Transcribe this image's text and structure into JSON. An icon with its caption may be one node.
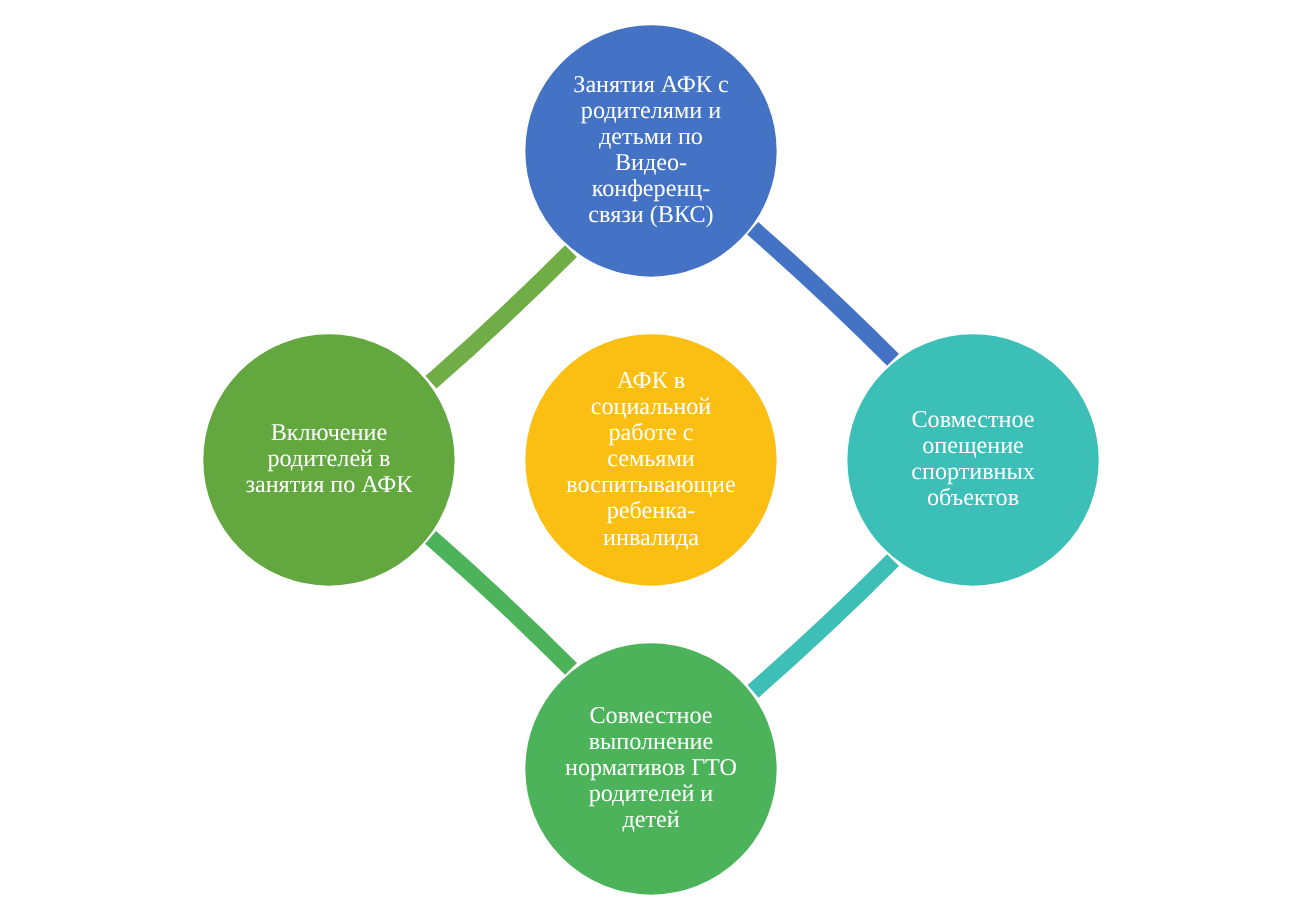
{
  "diagram": {
    "nodes": [
      {
        "text": [
          "Занятия АФК с родителями и детьми по Видео-конференц-связи (ВКС)"
        ]
      },
      {
        "text": [
          "Включение родителей в занятия по АФК"
        ]
      },
      {
        "text": [
          "АФК в социальной работе с семьями воспитывающие ребенка-инвалида"
        ]
      },
      {
        "text": [
          "Совместное опещение спортивных объектов"
        ]
      },
      {
        "text": [
          "Совместное выполнение нормативов ГТО родителей и детей"
        ]
      }
    ],
    "edges": [
      {
        "from": 0,
        "to": 3,
        "arrow": "none",
        "color": "#4472c4"
      },
      {
        "from": 3,
        "to": 4,
        "arrow": "none",
        "color": "#3dbfb8"
      },
      {
        "from": 4,
        "to": 1,
        "arrow": "none",
        "color": "#4cb35a"
      },
      {
        "from": 1,
        "to": 0,
        "arrow": "none",
        "color": "#70ad47"
      }
    ]
  }
}
